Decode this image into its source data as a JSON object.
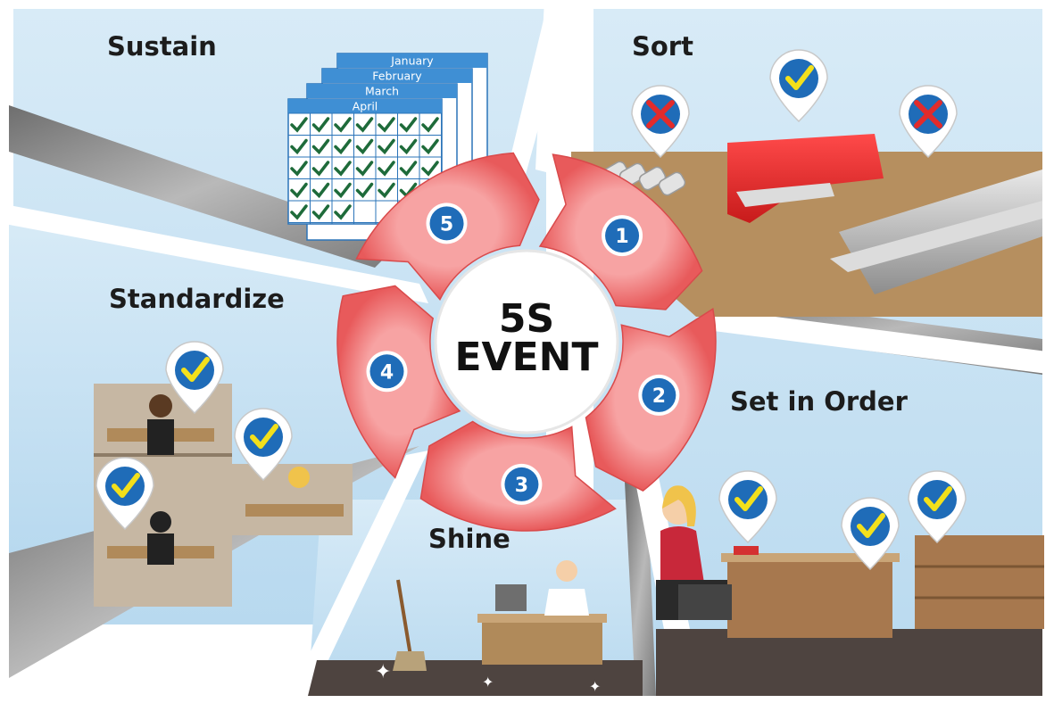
{
  "center": {
    "line1": "5S",
    "line2": "EVENT"
  },
  "steps": [
    {
      "number": "1",
      "label": "Sort"
    },
    {
      "number": "2",
      "label": "Set in Order"
    },
    {
      "number": "3",
      "label": "Shine"
    },
    {
      "number": "4",
      "label": "Standardize"
    },
    {
      "number": "5",
      "label": "Sustain"
    }
  ],
  "calendar_months": [
    "January",
    "February",
    "March",
    "April"
  ],
  "colors": {
    "arrow_fill": "#ee6667",
    "number_badge": "#1f6cb8",
    "sky": "#cfe6f5",
    "floor": "#4e4440",
    "desk_wood": "#b08a5a",
    "check_green": "#1e6b3a",
    "pin_check": "#f3e01b",
    "pin_x": "#e22b2b"
  },
  "icons": [
    "check-pin-icon",
    "x-pin-icon",
    "calendar-icon",
    "stapler-icon",
    "battery-icon",
    "broom-icon",
    "sparkle-icon"
  ]
}
